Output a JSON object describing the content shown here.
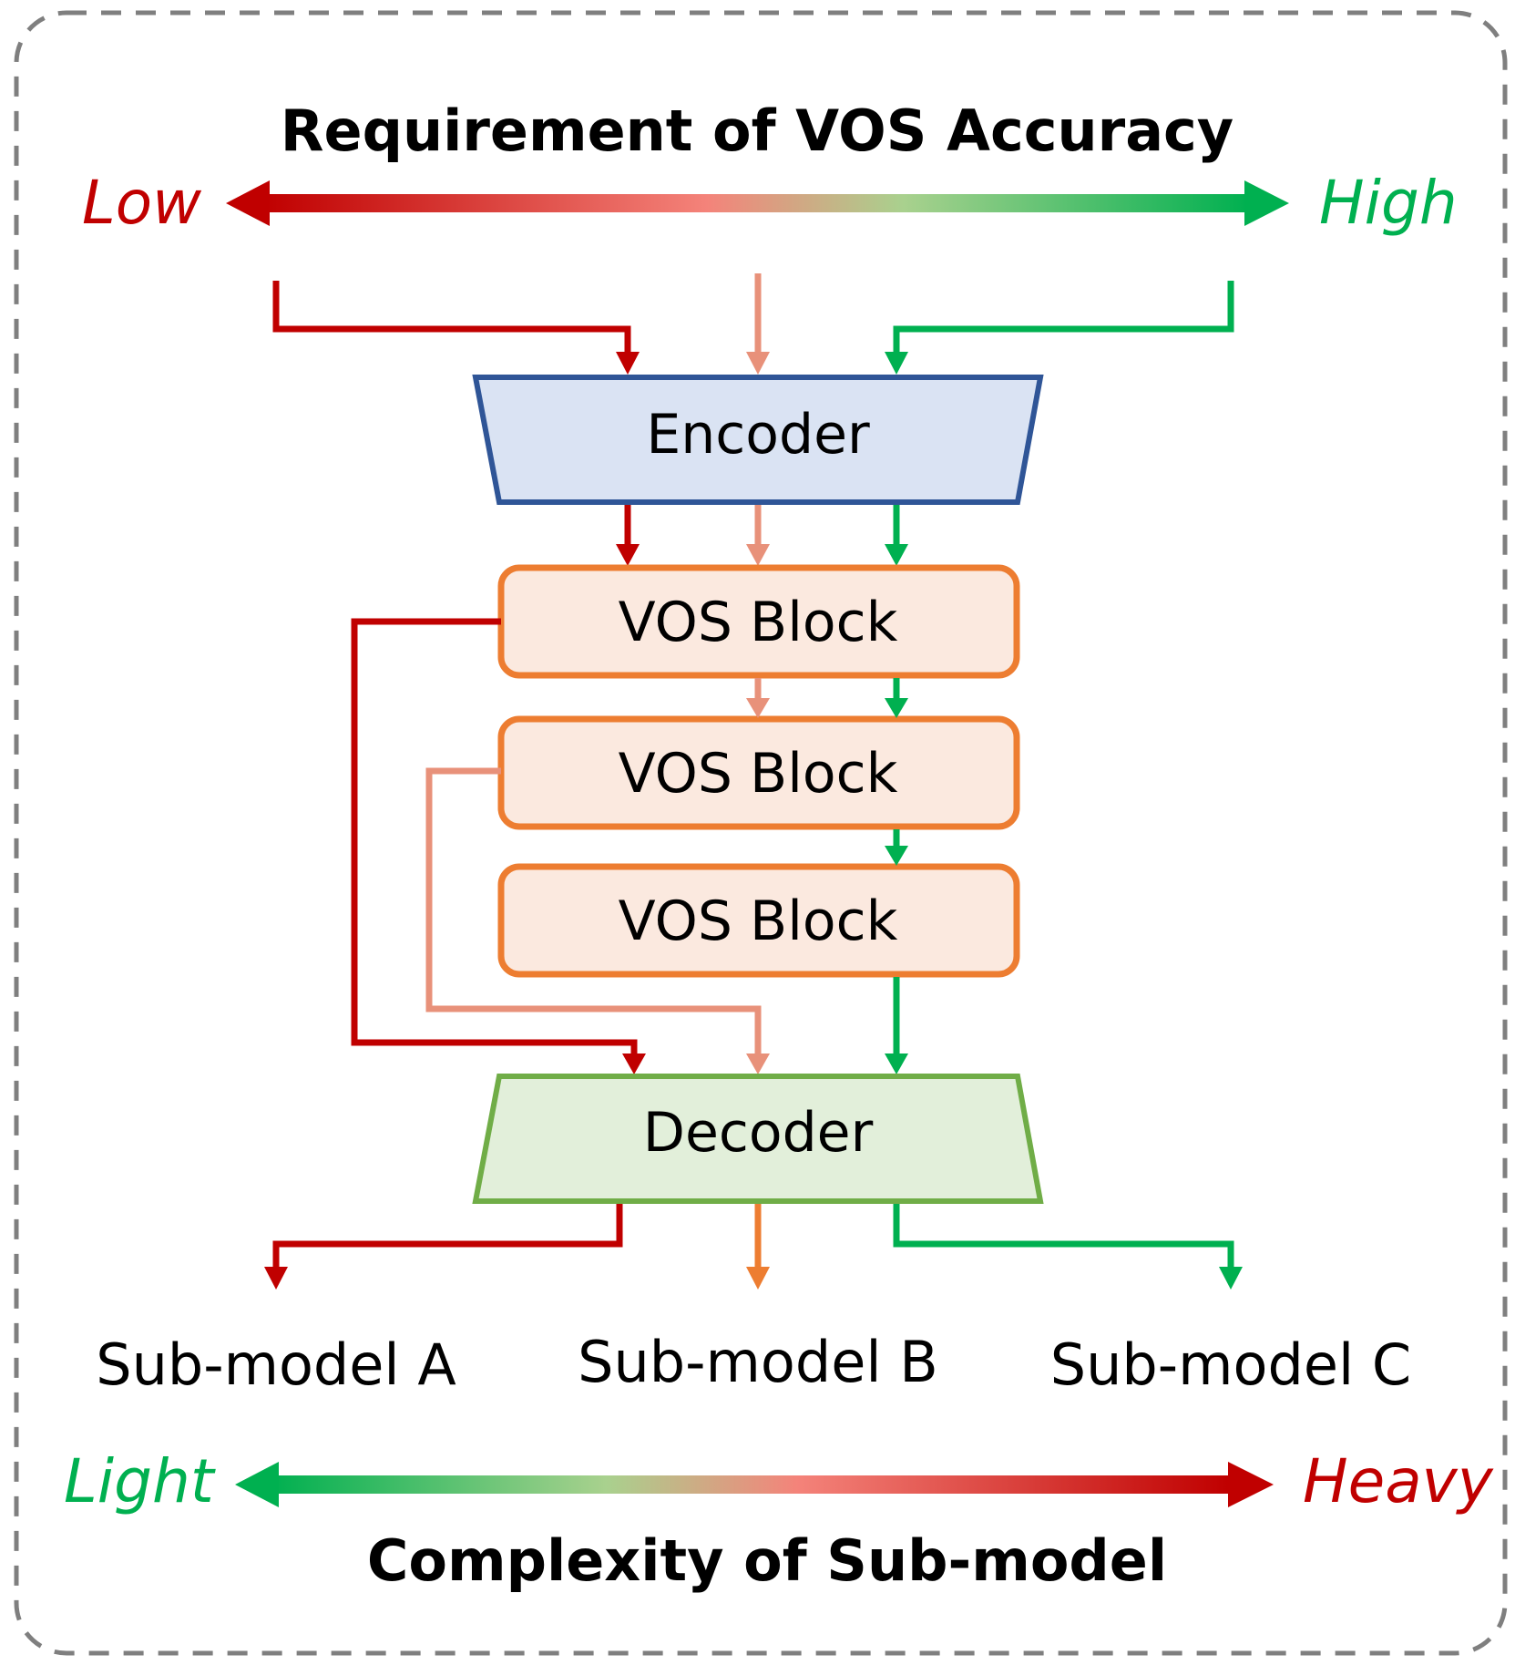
{
  "top_axis": {
    "title": "Requirement of VOS Accuracy",
    "left_label": "Low",
    "right_label": "High"
  },
  "encoder": {
    "label": "Encoder"
  },
  "blocks": [
    {
      "label": "VOS Block"
    },
    {
      "label": "VOS Block"
    },
    {
      "label": "VOS Block"
    }
  ],
  "decoder": {
    "label": "Decoder"
  },
  "submodels": [
    {
      "label": "Sub-model A"
    },
    {
      "label": "Sub-model B"
    },
    {
      "label": "Sub-model C"
    }
  ],
  "bottom_axis": {
    "title": "Complexity of Sub-model",
    "left_label": "Light",
    "right_label": "Heavy"
  },
  "colors": {
    "red": "#c00000",
    "salmon": "#e8917a",
    "orange": "#ed7d31",
    "green": "#00b050",
    "encoder_fill": "#dae3f3",
    "encoder_stroke": "#2f5597",
    "block_fill": "#fbe9df",
    "block_stroke": "#ed7d31",
    "decoder_fill": "#e2efda",
    "decoder_stroke": "#70ad47",
    "frame": "#7f7f7f"
  }
}
